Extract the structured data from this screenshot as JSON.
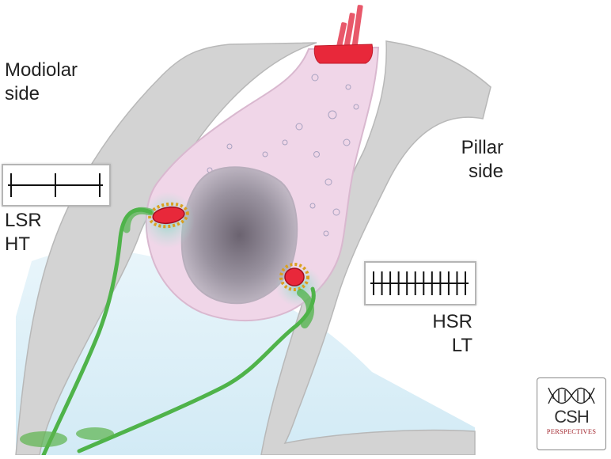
{
  "labels": {
    "modiolar": [
      "Modiolar",
      "side"
    ],
    "pillar": [
      "Pillar",
      "side"
    ],
    "lsr": [
      "LSR",
      "HT"
    ],
    "hsr": [
      "HSR",
      "LT"
    ]
  },
  "spike_trains": {
    "lsr": {
      "spike_count": 3
    },
    "hsr": {
      "spike_count": 12
    }
  },
  "logo": {
    "line1": "CSH",
    "line2": "PERSPECTIVES",
    "accent_color": "#a0222a"
  },
  "colors": {
    "support_cells": "#d2d2d2",
    "hair_cell": "#f2d8ea",
    "nucleus": "#7c7480",
    "ribbon": "#e8283a",
    "stereocilia": "#e84a5a",
    "nerve_fiber": "#4fb34a",
    "fluid": "#d4ecf6",
    "vesicles": "#e0a020"
  }
}
